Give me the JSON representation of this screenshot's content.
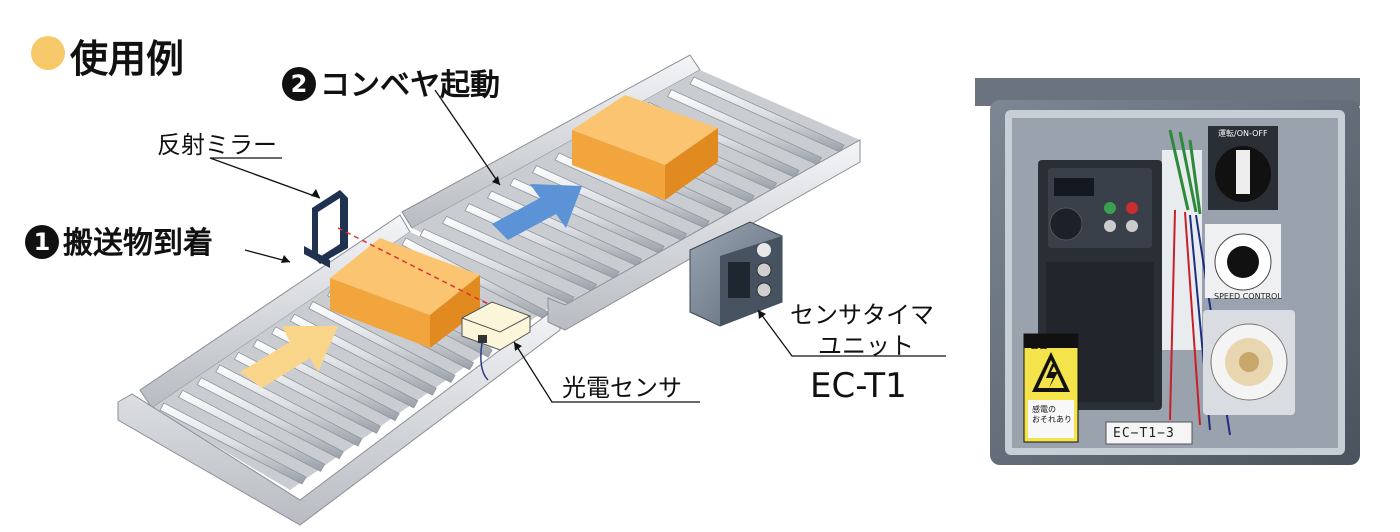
{
  "title": "使用例",
  "steps": [
    {
      "num": "1",
      "label": "搬送物到着"
    },
    {
      "num": "2",
      "label": "コンベヤ起動"
    }
  ],
  "callouts": {
    "mirror": "反射ミラー",
    "photo_sensor": "光電センサ",
    "timer_unit_line1": "センサタイマ",
    "timer_unit_line2": "ユニット",
    "model": "EC-T1"
  },
  "photo": {
    "panel_label": "EC−T1−3",
    "warning_title": "警告",
    "warning_text_line1": "感電の",
    "warning_text_line2": "おそれあり",
    "dial_top": "運転/ON-OFF",
    "dial_speed": "SPEED CONTROL"
  },
  "colors": {
    "title_bullet": "#F7C96A",
    "box_top": "#F9B85A",
    "box_side": "#E8952A",
    "arrow_blue": "#5B93D6",
    "arrow_yellow": "#F9D58A"
  }
}
